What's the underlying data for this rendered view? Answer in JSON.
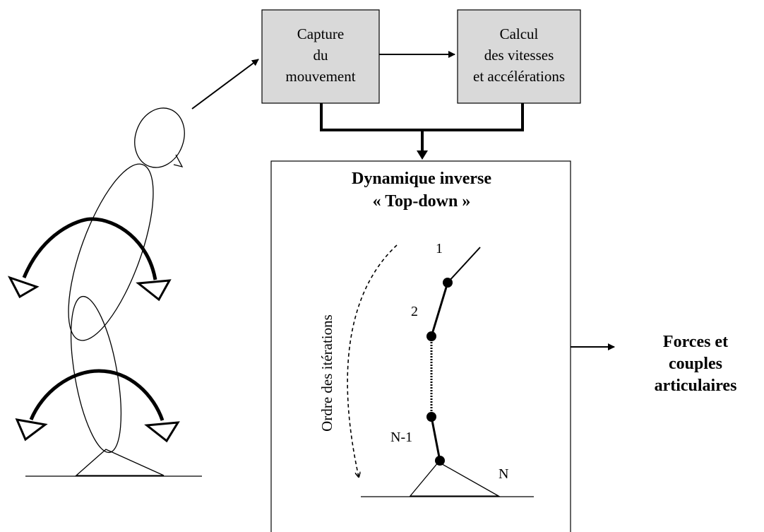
{
  "boxes": {
    "capture": {
      "lines": [
        "Capture",
        "du",
        "mouvement"
      ]
    },
    "calcul": {
      "lines": [
        "Calcul",
        "des vitesses",
        "et accélérations"
      ]
    }
  },
  "dynamics": {
    "title_line1": "Dynamique inverse",
    "title_line2": "« Top-down »",
    "iteration_label": "Ordre des itérations",
    "segment_labels": [
      "1",
      "2",
      "N-1",
      "N"
    ]
  },
  "output": {
    "lines": [
      "Forces et",
      "couples",
      "articulaires"
    ]
  },
  "colors": {
    "box_fill": "#d9d9d9",
    "stroke": "#000000",
    "background": "#ffffff"
  }
}
